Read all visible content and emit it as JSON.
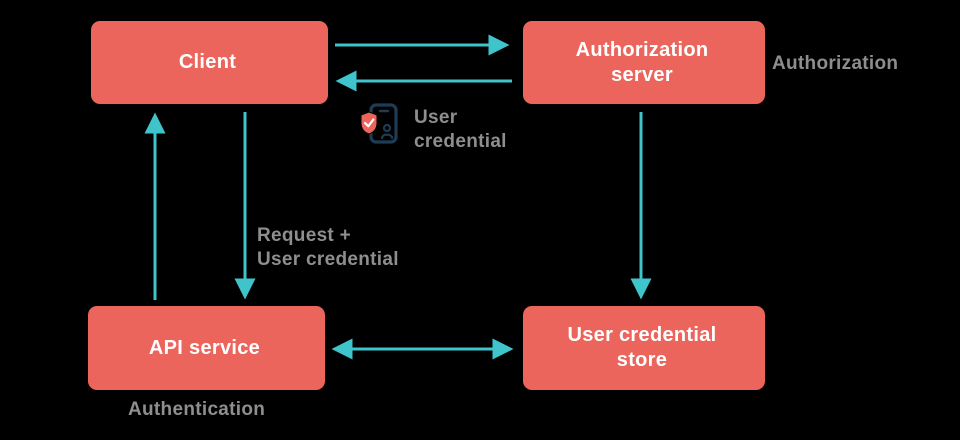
{
  "diagram": {
    "colors": {
      "background": "#000000",
      "arrow_teal": "#3fc4cc",
      "node_border_red": "#ec655c",
      "node_fill_dark": "#1c4254",
      "annotation_gray": "#8e8e8e",
      "node_text": "#ffffff"
    },
    "nodes": {
      "client": {
        "label": "Client"
      },
      "auth_server": {
        "label": "Authorization\nserver"
      },
      "api_service": {
        "label": "API service"
      },
      "credential_store": {
        "label": "User credential\nstore"
      }
    },
    "annotations": {
      "authorization": "Authorization",
      "authentication": "Authentication",
      "user_credential": "User\ncredential",
      "request_user_credential": "Request +\nUser credential"
    },
    "icons": {
      "user_credential_icon": "credential-document-with-shield-check"
    },
    "arrows": [
      {
        "name": "client-to-auth-server",
        "direction": "right"
      },
      {
        "name": "auth-server-to-client",
        "direction": "left"
      },
      {
        "name": "client-to-api-service",
        "direction": "down"
      },
      {
        "name": "api-service-to-client",
        "direction": "up"
      },
      {
        "name": "auth-server-to-credential-store",
        "direction": "down"
      },
      {
        "name": "api-service-credential-store",
        "direction": "both"
      }
    ]
  }
}
